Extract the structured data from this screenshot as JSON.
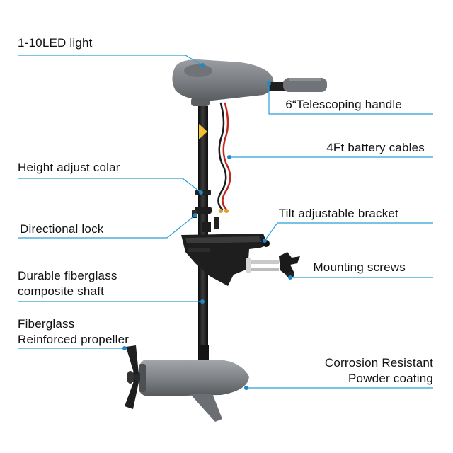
{
  "colors": {
    "callout_line": "#2a9fd6",
    "callout_dot": "#1e88c8",
    "motor_gray": "#7b7e82",
    "shaft_black": "#1b1b1b",
    "cable_red": "#c0281f",
    "label_yellow": "#f2c12e"
  },
  "labels": {
    "led_light": "1-10LED light",
    "telescoping_handle": "6“Telescoping handle",
    "battery_cables": "4Ft battery cables",
    "height_adjust": "Height adjust colar",
    "tilt_bracket": "Tilt adjustable bracket",
    "directional_lock": "Directional lock",
    "mounting_screws": "Mounting screws",
    "shaft_line1": "Durable fiberglass",
    "shaft_line2": "composite shaft",
    "propeller_line1": "Fiberglass",
    "propeller_line2": "Reinforced propeller",
    "coating_line1": "Corrosion Resistant",
    "coating_line2": "Powder coating"
  }
}
